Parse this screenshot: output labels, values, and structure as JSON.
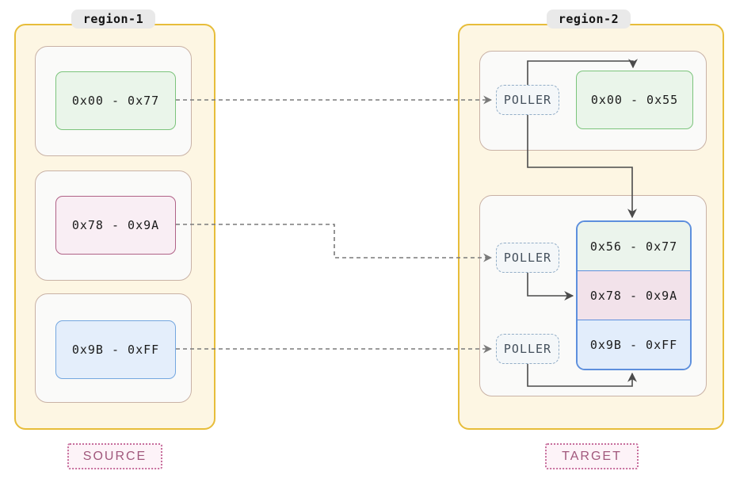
{
  "regions": {
    "source": {
      "label": "region-1",
      "tag": "SOURCE",
      "blocks": [
        {
          "label": "0x00 - 0x77",
          "color": "green"
        },
        {
          "label": "0x78 - 0x9A",
          "color": "pink"
        },
        {
          "label": "0x9B - 0xFF",
          "color": "blue"
        }
      ]
    },
    "target": {
      "label": "region-2",
      "tag": "TARGET",
      "poller_label": "POLLER",
      "top_block": {
        "label": "0x00 - 0x55",
        "color": "green"
      },
      "stack": [
        {
          "label": "0x56 - 0x77",
          "color": "green"
        },
        {
          "label": "0x78 - 0x9A",
          "color": "pink"
        },
        {
          "label": "0x9B - 0xFF",
          "color": "blue"
        }
      ]
    }
  },
  "colors": {
    "region_fill": "#fdf6e3",
    "region_border": "#e7bd3a",
    "group_fill": "#fafaf9",
    "group_border": "#c9b2a6",
    "green_fill": "#eaf5ea",
    "green_border": "#7cc47c",
    "pink_fill": "#f9eef4",
    "pink_border": "#b06287",
    "blue_fill": "#e4eefb",
    "blue_border": "#74a7e0",
    "stack_border": "#5d8fdd",
    "poller_fill": "#f4f7f9",
    "poller_border": "#93aec7",
    "tag_border": "#c76f9d",
    "tag_fill": "#fdf3f8",
    "tag_text": "#a1587c",
    "dashed_arrow": "#7a7a7a",
    "solid_arrow": "#4b4b4b",
    "pill_fill": "#e9e9e9"
  }
}
